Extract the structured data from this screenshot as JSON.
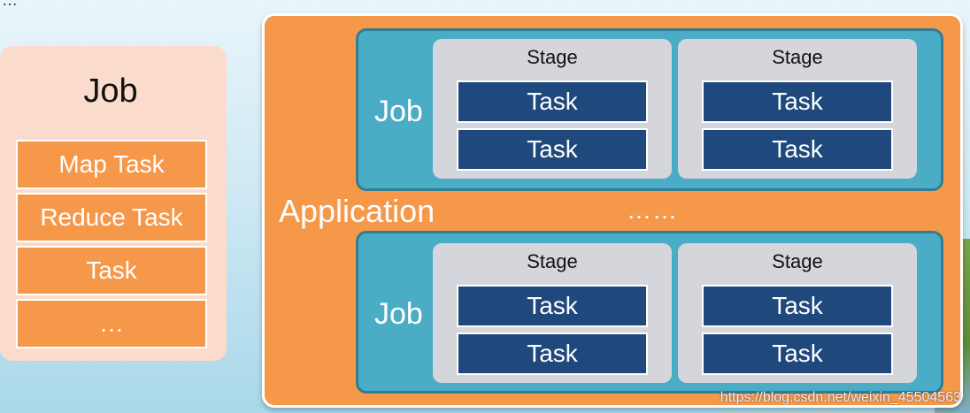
{
  "corner_text": "…",
  "left_panel": {
    "title": "Job",
    "items": [
      "Map Task",
      "Reduce Task",
      "Task",
      "…"
    ]
  },
  "application": {
    "label": "Application",
    "ellipsis": "……",
    "jobs": [
      {
        "label": "Job",
        "stages": [
          {
            "label": "Stage",
            "tasks": [
              "Task",
              "Task"
            ]
          },
          {
            "label": "Stage",
            "tasks": [
              "Task",
              "Task"
            ]
          }
        ]
      },
      {
        "label": "Job",
        "stages": [
          {
            "label": "Stage",
            "tasks": [
              "Task",
              "Task"
            ]
          },
          {
            "label": "Stage",
            "tasks": [
              "Task",
              "Task"
            ]
          }
        ]
      }
    ]
  },
  "watermark": "https://blog.csdn.net/weixin_45504563",
  "colors": {
    "orange": "#f5984a",
    "job_blue": "#4bacc6",
    "task_navy": "#1f497d",
    "stage_gray": "#d4d6dc",
    "left_panel_bg": "#fbdccc"
  }
}
